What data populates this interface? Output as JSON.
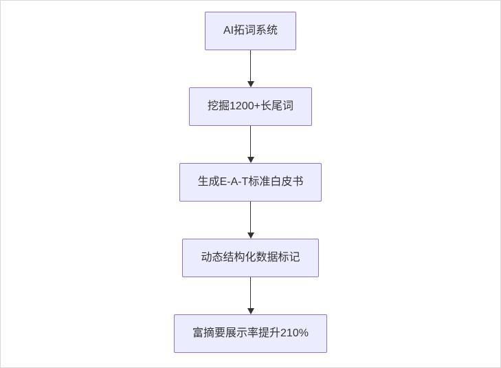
{
  "diagram": {
    "type": "flowchart",
    "direction": "top-down",
    "nodes": [
      {
        "id": "step-1",
        "label": "AI拓词系统"
      },
      {
        "id": "step-2",
        "label": "挖掘1200+长尾词"
      },
      {
        "id": "step-3",
        "label": "生成E-A-T标准白皮书"
      },
      {
        "id": "step-4",
        "label": "动态结构化数据标记"
      },
      {
        "id": "step-5",
        "label": "富摘要展示率提升210%"
      }
    ],
    "edges": [
      {
        "from": "step-1",
        "to": "step-2"
      },
      {
        "from": "step-2",
        "to": "step-3"
      },
      {
        "from": "step-3",
        "to": "step-4"
      },
      {
        "from": "step-4",
        "to": "step-5"
      }
    ],
    "colors": {
      "node_fill": "#ececff",
      "node_border": "#9370db",
      "arrow": "#333333",
      "text": "#333333"
    }
  }
}
